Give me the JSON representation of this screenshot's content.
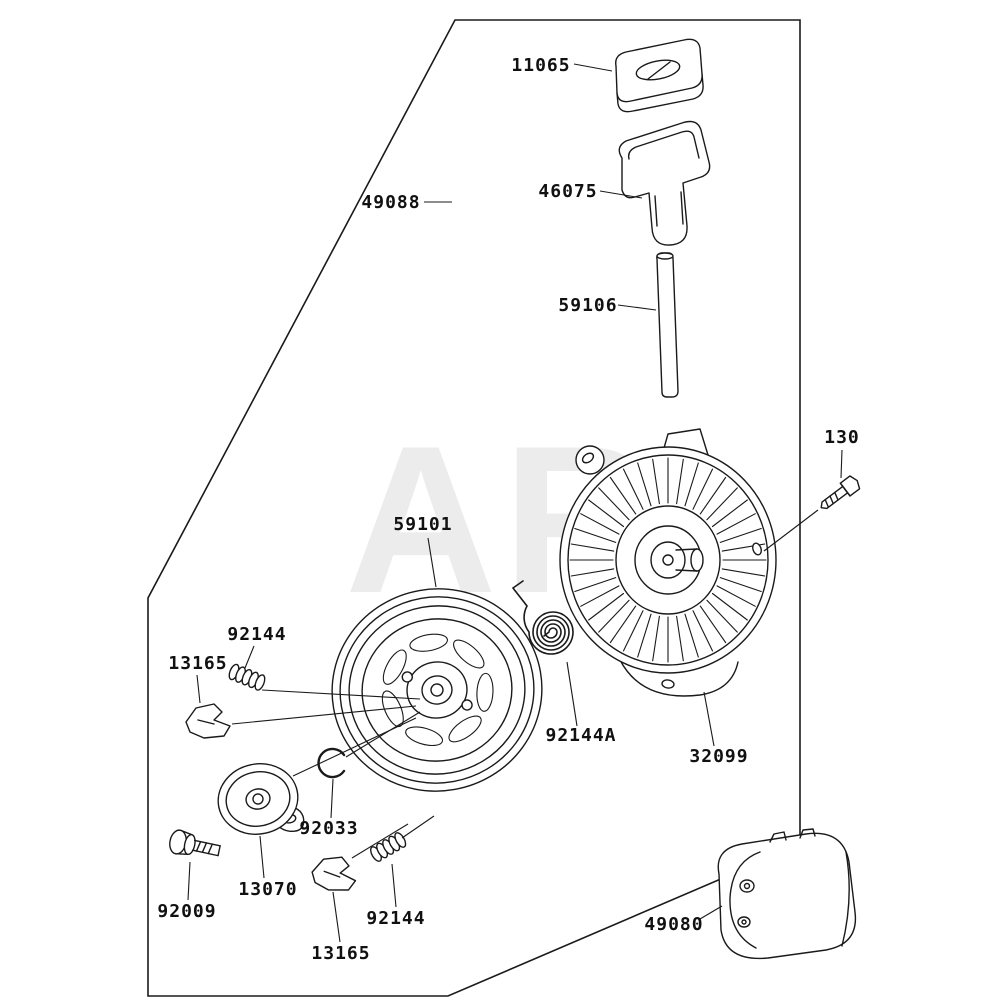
{
  "watermark": "ARI",
  "labels": {
    "p11065": "11065",
    "p46075": "46075",
    "p59106": "59106",
    "p49088": "49088",
    "p130": "130",
    "p59101": "59101",
    "p92144_top": "92144",
    "p13165_top": "13165",
    "p92144a": "92144A",
    "p32099": "32099",
    "p92033": "92033",
    "p13070": "13070",
    "p92009": "92009",
    "p92144_bottom": "92144",
    "p13165_bottom": "13165",
    "p49080": "49080"
  }
}
